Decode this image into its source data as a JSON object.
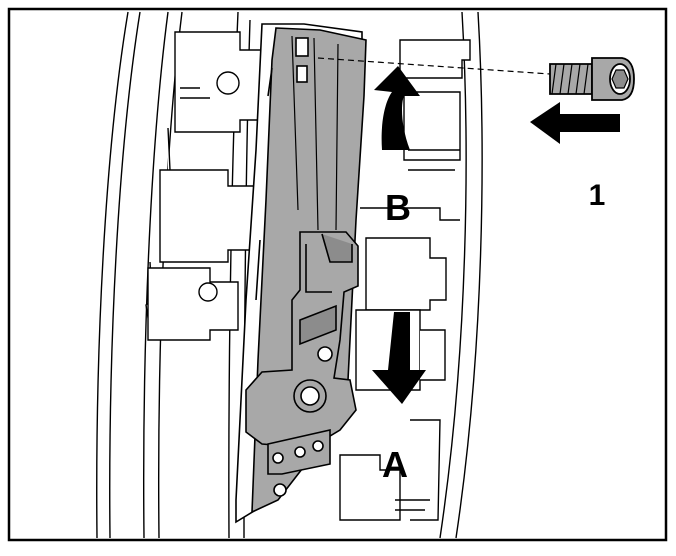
{
  "labels": {
    "callout_1": "1",
    "label_b": "B",
    "label_a": "A"
  },
  "colors": {
    "line": "#000000",
    "part_fill": "#a8a8a8",
    "part_fill_dark": "#8c8c8c",
    "background": "#ffffff"
  },
  "icons": {
    "screw": "socket-head-cap-screw-icon",
    "insert_arrow": "left-arrow-icon",
    "up_arrow": "curved-up-arrow-icon",
    "down_arrow": "down-arrow-icon"
  }
}
